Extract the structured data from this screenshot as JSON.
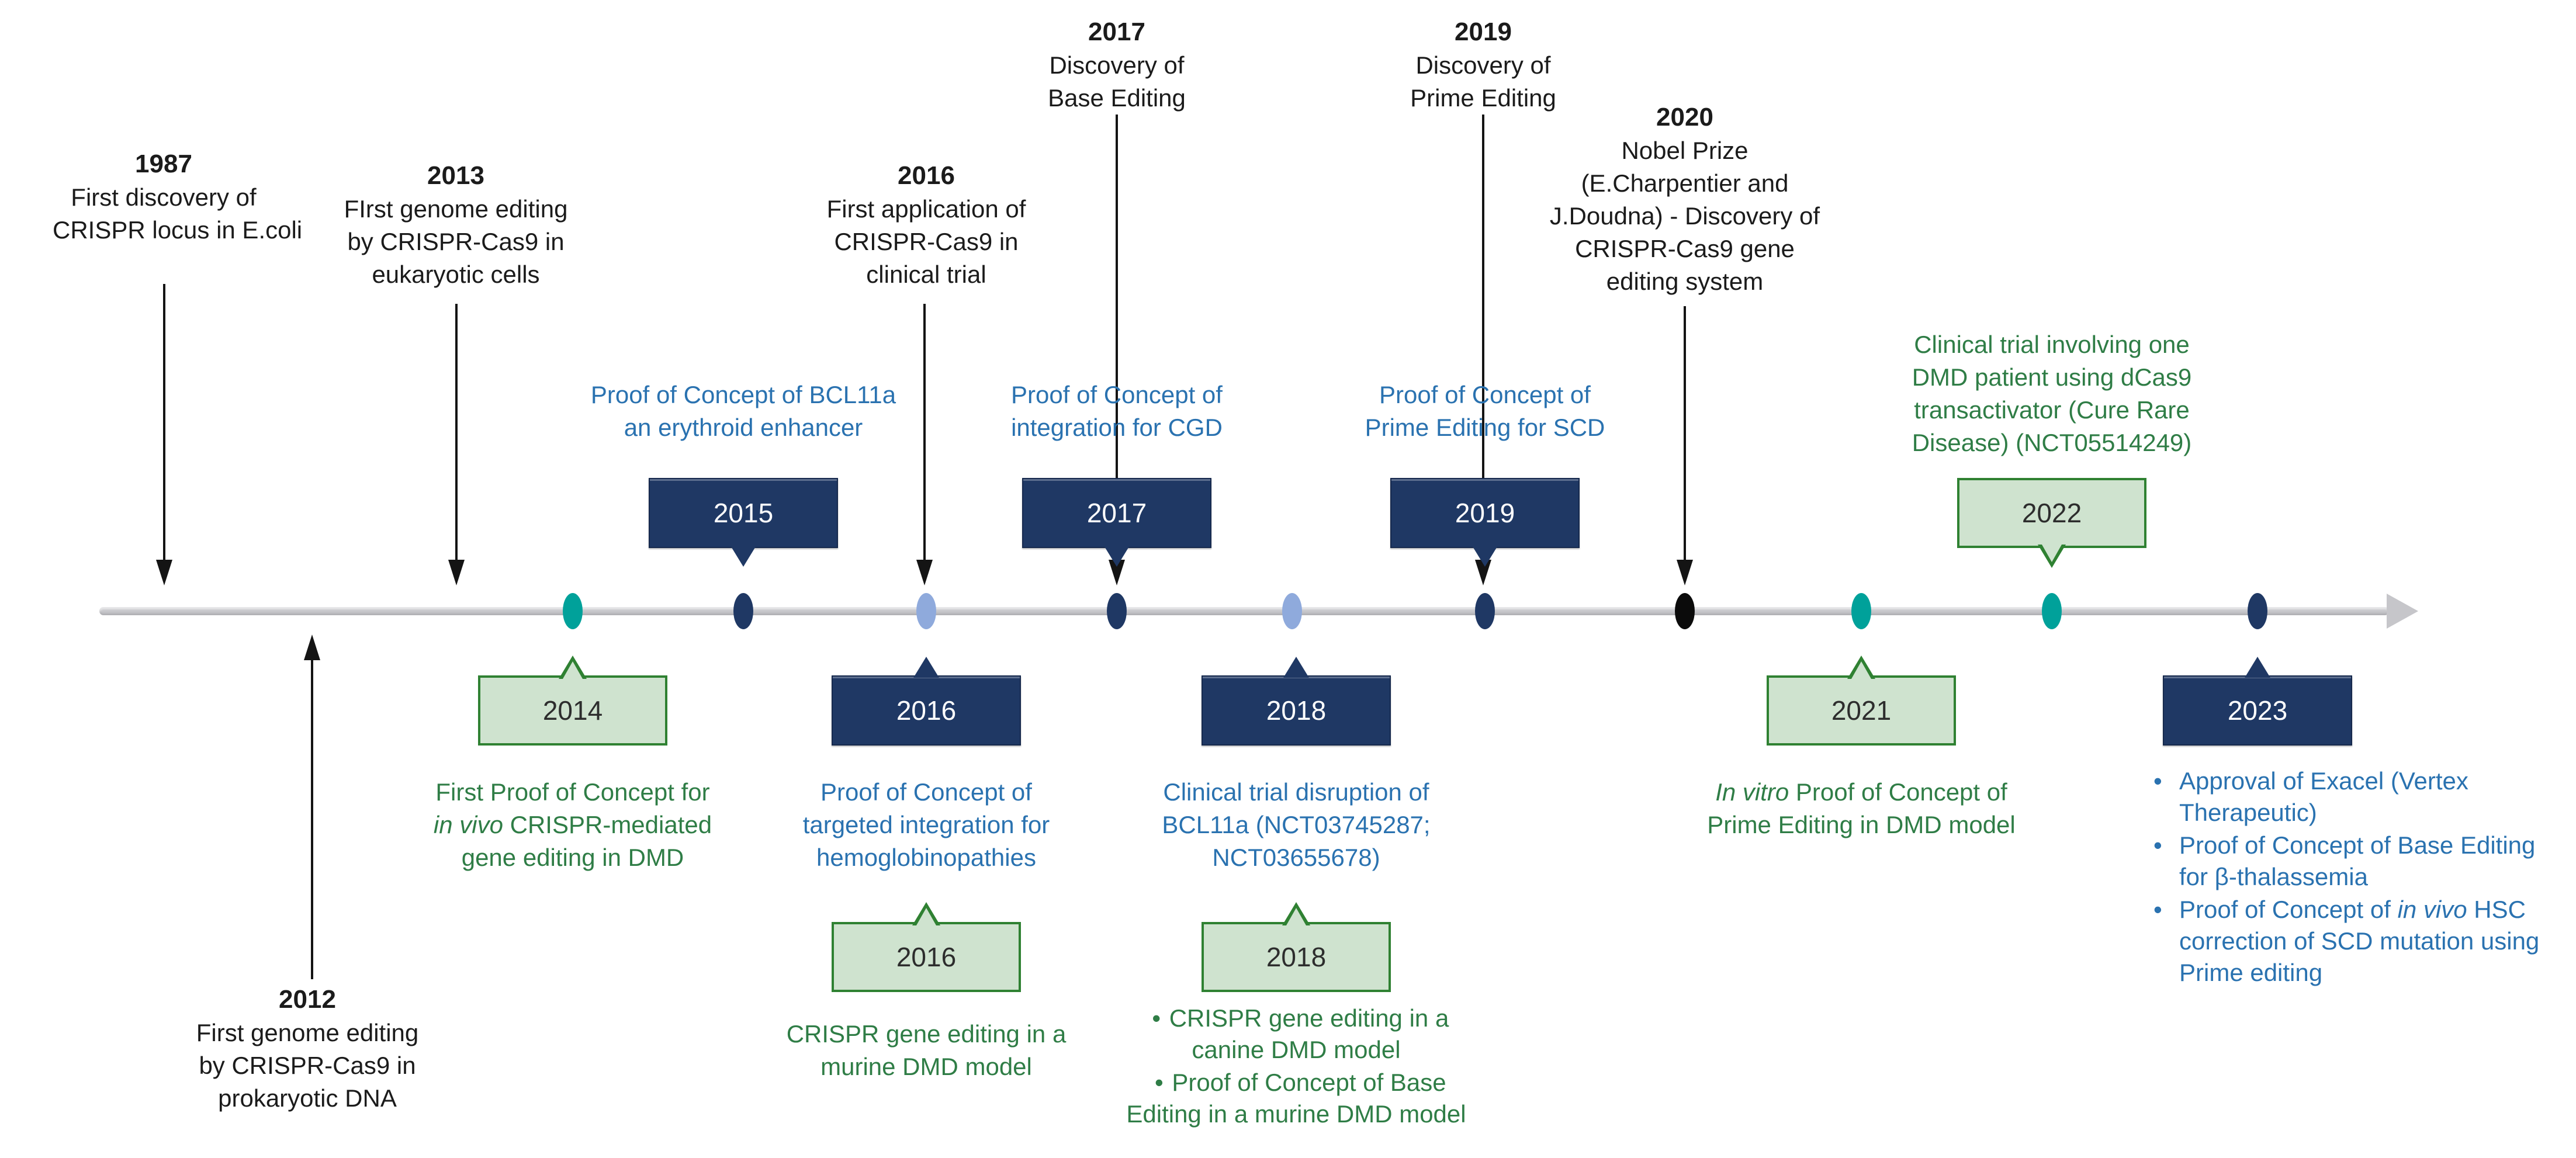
{
  "colors": {
    "navy": "#1F3864",
    "teal": "#00A19A",
    "light_blue": "#8FAADC",
    "dot_black": "#0B0B0B",
    "green_fill": "#CFE3CF",
    "green_border": "#2F8132",
    "green_text": "#2F7D46",
    "blue_text": "#2A72B0",
    "text_black": "#1B1B1B",
    "timeline_gray": "#C6C6CA"
  },
  "bullet_char": "•",
  "ann": {
    "a1987": {
      "year": "1987",
      "lines": [
        "First discovery of",
        "CRISPR locus in E.coli"
      ]
    },
    "a2013": {
      "year": "2013",
      "lines": [
        "FIrst genome editing",
        "by CRISPR-Cas9 in",
        "eukaryotic cells"
      ]
    },
    "a2016": {
      "year": "2016",
      "lines": [
        "First application of",
        "CRISPR-Cas9 in",
        "clinical trial"
      ]
    },
    "a2017": {
      "year": "2017",
      "lines": [
        "Discovery of",
        "Base Editing"
      ]
    },
    "a2019": {
      "year": "2019",
      "lines": [
        "Discovery of",
        "Prime Editing"
      ]
    },
    "a2020": {
      "year": "2020",
      "lines": [
        "Nobel Prize",
        "(E.Charpentier and",
        "J.Doudna) - Discovery of",
        "CRISPR-Cas9 gene",
        "editing system"
      ]
    },
    "a2012": {
      "year": "2012",
      "lines": [
        "First genome editing",
        "by CRISPR-Cas9 in",
        "prokaryotic DNA"
      ]
    }
  },
  "boxes": {
    "b2015": "2015",
    "b2017": "2017",
    "b2019": "2019",
    "b2022": "2022",
    "b2014": "2014",
    "b2016": "2016",
    "b2018": "2018",
    "b2021": "2021",
    "b2023": "2023",
    "b2016b": "2016",
    "b2018b": "2018"
  },
  "captions": {
    "c2015": {
      "lines": [
        "Proof of Concept of BCL11a",
        "an erythroid enhancer"
      ]
    },
    "c2017": {
      "lines": [
        "Proof of Concept of",
        "integration for CGD"
      ]
    },
    "c2019": {
      "lines": [
        "Proof of Concept of",
        "Prime Editing for SCD"
      ]
    },
    "c2022": {
      "lines": [
        "Clinical trial involving one",
        "DMD patient using dCas9",
        "transactivator (Cure Rare",
        "Disease) (NCT05514249)"
      ]
    },
    "c2014": {
      "line1": "First Proof of Concept for",
      "line2_italic": "in vivo",
      "line2_rest": " CRISPR-mediated",
      "line3": "gene editing in DMD"
    },
    "c2016": {
      "lines": [
        "Proof of Concept of",
        "targeted integration for",
        "hemoglobinopathies"
      ]
    },
    "c2018": {
      "lines": [
        "Clinical trial disruption of",
        "BCL11a (NCT03745287;",
        "NCT03655678)"
      ]
    },
    "c2021": {
      "line1_italic": "In vitro",
      "line1_rest": " Proof of Concept of",
      "line2": "Prime Editing in DMD  model"
    },
    "c2016b": {
      "lines": [
        "CRISPR gene editing in a",
        "murine DMD model"
      ]
    },
    "c2018b": {
      "items": [
        {
          "lines": [
            "CRISPR gene editing in a",
            "canine DMD model"
          ]
        },
        {
          "lines": [
            "Proof of Concept of Base",
            "Editing in a murine DMD model"
          ]
        }
      ]
    },
    "c2023": {
      "items": [
        {
          "lines": [
            "Approval of Exacel (Vertex",
            "Therapeutic)"
          ]
        },
        {
          "lines": [
            "Proof of Concept of Base Editing",
            "for β-thalassemia"
          ]
        },
        {
          "line1_a": "Proof of Concept of ",
          "line1_italic": "in vivo",
          "line1_b": " HSC",
          "lines": [
            "correction of SCD mutation using",
            "Prime editing"
          ]
        }
      ]
    }
  }
}
